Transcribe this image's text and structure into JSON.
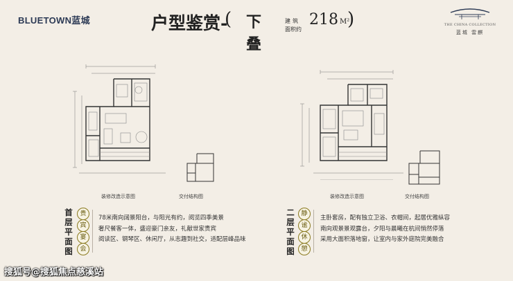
{
  "header": {
    "brand_left": "BLUETOWN蓝城",
    "title": "户型鉴赏-",
    "paren_open": "(",
    "unit_type": "下叠",
    "area_label_line1": "建筑",
    "area_label_line2": "面积约",
    "area_value": "218",
    "area_unit": "M²",
    "paren_close": ")",
    "brand_right_en": "THE CHINA COLLECTION",
    "brand_right_cn": "蓝城 雲麒"
  },
  "colors": {
    "accent": "#8a7a1f",
    "text": "#222222",
    "background": "#f3eee6"
  },
  "plans": {
    "first_floor": {
      "main_caption": "装修改造示意图",
      "mini_caption": "交付结构图",
      "floor_label": [
        "首",
        "层",
        "平",
        "面",
        "图"
      ],
      "seal_chars": [
        "贵",
        "宾",
        "宴",
        "会"
      ],
      "description": [
        "78米南向阔景阳台，与阳光有约，阅览四季美景",
        "奢尺餐客一体，盛迎豪门亲友，礼献世家贵宾",
        "阅读区、钢琴区、休闲厅，从志趣到社交，适配层峰品味"
      ]
    },
    "second_floor": {
      "main_caption": "装修改造示意图",
      "mini_caption": "交付结构图",
      "floor_label": [
        "二",
        "层",
        "平",
        "面",
        "图"
      ],
      "seal_chars": [
        "静",
        "谧",
        "休",
        "憩"
      ],
      "description": [
        "主卧套房，配有独立卫浴、衣帽间，起居优雅纵容",
        "南向观景景观露台，夕阳与晨曦在杭间悄然停落",
        "采用大面积落地窗，让室内与家外庭院完美融合"
      ]
    }
  },
  "watermark": "搜狐号@搜狐焦点慈溪站"
}
